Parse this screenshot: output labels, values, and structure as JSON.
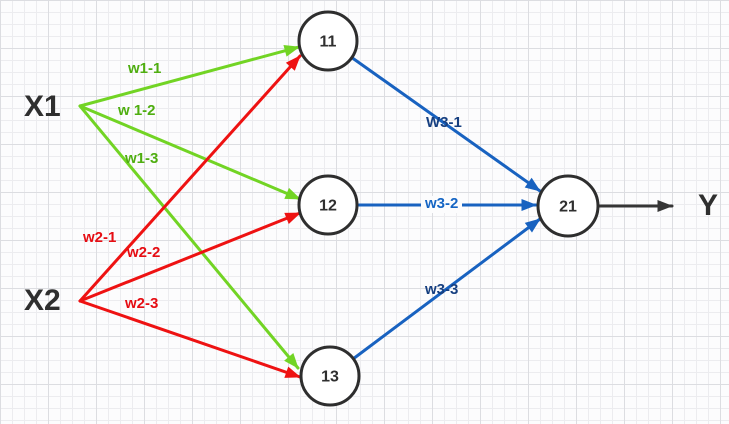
{
  "diagram": {
    "inputs": [
      {
        "id": "x1",
        "label": "X1"
      },
      {
        "id": "x2",
        "label": "X2"
      }
    ],
    "hidden_layer": [
      {
        "id": "11",
        "label": "11"
      },
      {
        "id": "12",
        "label": "12"
      },
      {
        "id": "13",
        "label": "13"
      }
    ],
    "output_layer": [
      {
        "id": "21",
        "label": "21"
      }
    ],
    "output": {
      "label": "Y"
    },
    "edges": [
      {
        "from": "X1",
        "to": "11",
        "label": "w1-1",
        "color": "green"
      },
      {
        "from": "X1",
        "to": "12",
        "label": "w 1-2",
        "color": "green"
      },
      {
        "from": "X1",
        "to": "13",
        "label": "w1-3",
        "color": "green"
      },
      {
        "from": "X2",
        "to": "11",
        "label": "w2-1",
        "color": "red"
      },
      {
        "from": "X2",
        "to": "12",
        "label": "w2-2",
        "color": "red"
      },
      {
        "from": "X2",
        "to": "13",
        "label": "w2-3",
        "color": "red"
      },
      {
        "from": "11",
        "to": "21",
        "label": "W3-1",
        "color": "blue"
      },
      {
        "from": "12",
        "to": "21",
        "label": "w3-2",
        "color": "blue"
      },
      {
        "from": "13",
        "to": "21",
        "label": "w3-3",
        "color": "blue"
      },
      {
        "from": "21",
        "to": "Y",
        "label": "",
        "color": "black"
      }
    ]
  },
  "colors": {
    "background": "#fcfcfd",
    "grid_minor": "#ececef",
    "grid_major": "#dcdde1",
    "ink": "#2f2f2f",
    "node_stroke": "#2e2e2e",
    "green_line": "#72d424",
    "green_label": "#4fae10",
    "red_line": "#ee1212",
    "red_label": "#e60d13",
    "blue_line": "#1862c0",
    "blue_label_dark": "#163f80",
    "blue_label_bright": "#1565c4",
    "arrow_black": "#363636"
  }
}
